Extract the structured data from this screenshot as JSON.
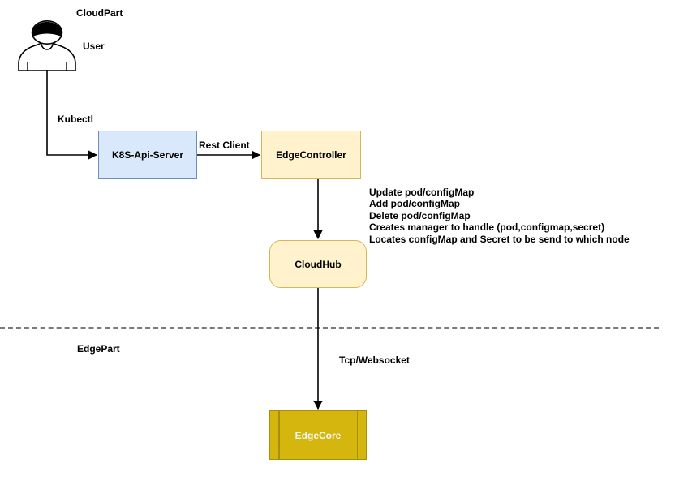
{
  "diagram": {
    "regions": {
      "cloud_label": "CloudPart",
      "edge_label": "EdgePart"
    },
    "user": {
      "label": "User"
    },
    "nodes": [
      {
        "id": "k8s-api-server",
        "label": "K8S-Api-Server",
        "fill": "#dae8fc",
        "border": "#6c8ebf"
      },
      {
        "id": "edgecontroller",
        "label": "EdgeController",
        "fill": "#fff2cc",
        "border": "#d6b656"
      },
      {
        "id": "cloudhub",
        "label": "CloudHub",
        "fill": "#fff2cc",
        "border": "#d6b656"
      },
      {
        "id": "edgecore",
        "label": "EdgeCore",
        "fill": "#d5b60f",
        "border": "#a98f09",
        "text_color": "#ffffff"
      }
    ],
    "edges": [
      {
        "from": "User",
        "to": "K8S-Api-Server",
        "label": "Kubectl"
      },
      {
        "from": "K8S-Api-Server",
        "to": "EdgeController",
        "label": "Rest Client"
      },
      {
        "from": "EdgeController",
        "to": "CloudHub",
        "label": ""
      },
      {
        "from": "CloudHub",
        "to": "EdgeCore",
        "label": "Tcp/Websocket"
      }
    ],
    "annotations": [
      "Update pod/configMap",
      "Add pod/configMap",
      "Delete pod/configMap",
      "Creates manager to handle (pod,configmap,secret)",
      "Locates configMap and Secret to be send to which node"
    ],
    "separator_color": "#7a7a7a"
  }
}
